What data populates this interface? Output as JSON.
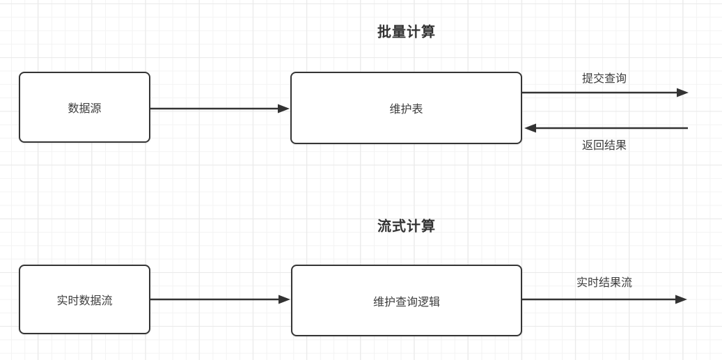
{
  "colors": {
    "stroke": "#333333",
    "text": "#3c3c3c",
    "grid_minor": "#f3f3f3",
    "grid_major": "#e9e9e9",
    "background": "#ffffff"
  },
  "batch": {
    "title": "批量计算",
    "source_box_label": "数据源",
    "process_box_label": "维护表",
    "submit_arrow_label": "提交查询",
    "return_arrow_label": "返回结果"
  },
  "stream": {
    "title": "流式计算",
    "source_box_label": "实时数据流",
    "process_box_label": "维护查询逻辑",
    "result_arrow_label": "实时结果流"
  }
}
